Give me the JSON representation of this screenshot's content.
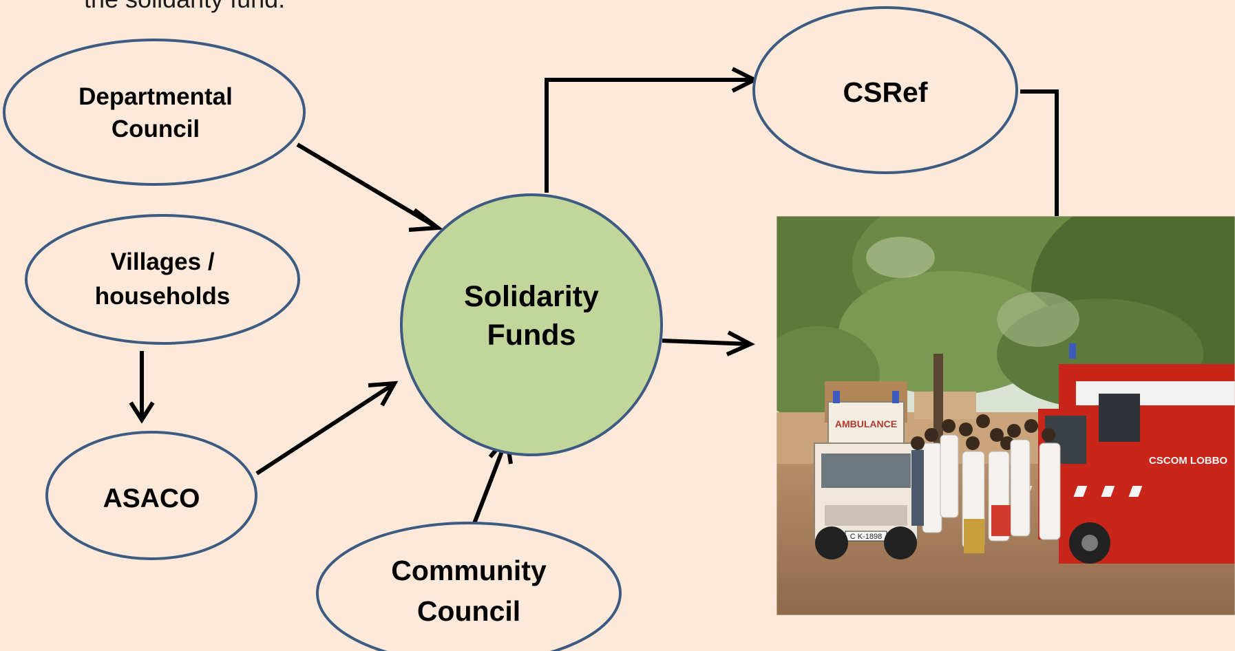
{
  "header": {
    "partial_text": "the solidarity fund."
  },
  "nodes": {
    "departmental_council": {
      "line1": "Departmental",
      "line2": "Council"
    },
    "villages_households": {
      "line1": "Villages /",
      "line2": "households"
    },
    "asaco": {
      "label": "ASACO"
    },
    "solidarity_funds": {
      "line1": "Solidarity",
      "line2": "Funds"
    },
    "community_council": {
      "line1": "Community",
      "line2": "Council"
    },
    "csref": {
      "label": "CSRef"
    }
  },
  "photo": {
    "ambulance_label": "AMBULANCE",
    "truck_label": "CSCOM LOBBO",
    "plate": "C K-1898"
  },
  "colors": {
    "background": "#fce9d9",
    "ellipse_stroke": "#3d5a80",
    "hub_fill": "#c2d69b",
    "truck_red": "#c8261b"
  }
}
